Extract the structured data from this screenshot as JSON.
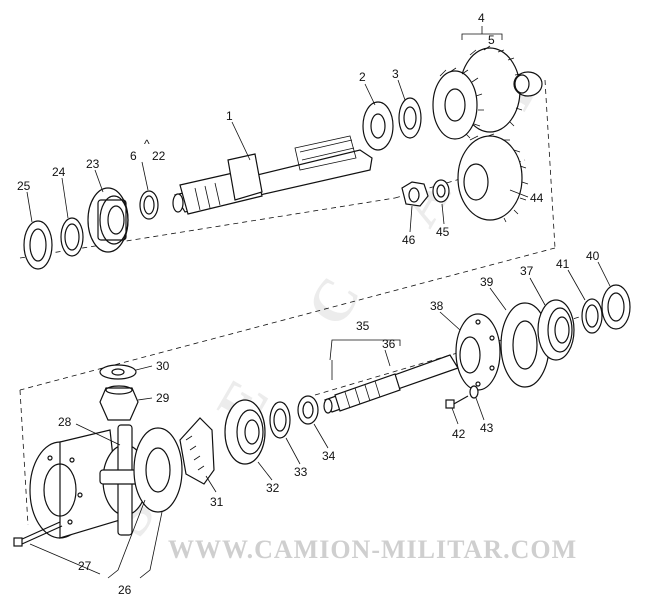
{
  "diagram": {
    "callouts": [
      "1",
      "2",
      "3",
      "4",
      "5",
      "6",
      "22",
      "23",
      "24",
      "25",
      "44",
      "45",
      "46",
      "35",
      "36",
      "37",
      "38",
      "39",
      "40",
      "41",
      "42",
      "43",
      "30",
      "29",
      "28",
      "31",
      "32",
      "33",
      "34",
      "26",
      "27"
    ],
    "watermark_text": "WWW.CAMION-MILITAR.COM"
  }
}
